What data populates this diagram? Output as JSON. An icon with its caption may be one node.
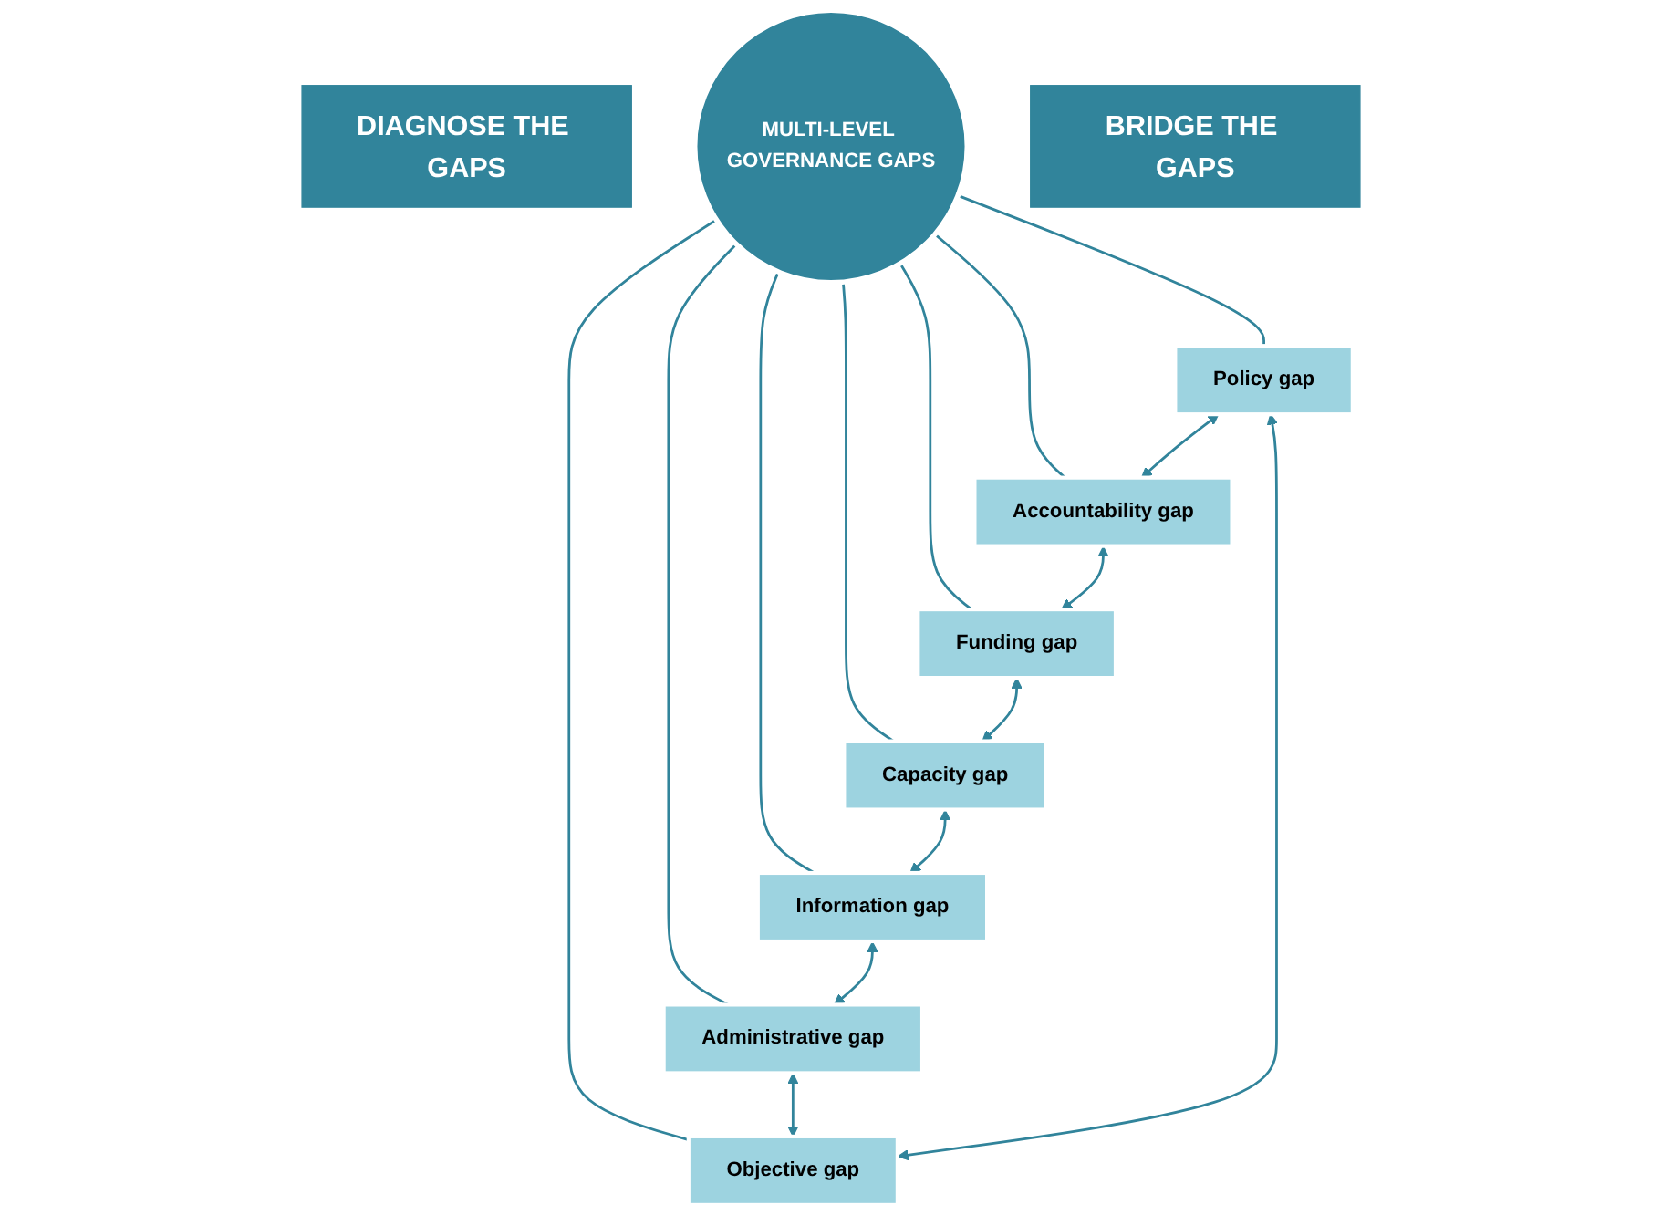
{
  "diagram": {
    "nodes": [
      {
        "text": [
          "DIAGNOSE THE GAPS"
        ]
      },
      {
        "text": [
          "Policy gap"
        ]
      },
      {
        "text": [
          "Objective gap"
        ]
      },
      {
        "text": [
          "Accountability gap"
        ]
      },
      {
        "text": [
          "MULTI-LEVEL GOVERNANCE GAPS"
        ]
      },
      {
        "text": [
          "Administrative gap"
        ]
      },
      {
        "text": [
          "Funding gap"
        ]
      },
      {
        "text": [
          "Information gap"
        ]
      },
      {
        "text": [
          "Capacity gap"
        ]
      },
      {
        "text": [
          "BRIDGE THE GAPS"
        ]
      }
    ],
    "edges": [
      {
        "from": 4,
        "to": 1,
        "arrow": "none"
      },
      {
        "from": 4,
        "to": 3,
        "arrow": "none"
      },
      {
        "from": 4,
        "to": 6,
        "arrow": "none"
      },
      {
        "from": 4,
        "to": 8,
        "arrow": "none"
      },
      {
        "from": 4,
        "to": 7,
        "arrow": "none"
      },
      {
        "from": 4,
        "to": 5,
        "arrow": "none"
      },
      {
        "from": 4,
        "to": 2,
        "arrow": "none"
      },
      {
        "from": 1,
        "to": 3,
        "arrow": "both"
      },
      {
        "from": 3,
        "to": 6,
        "arrow": "both"
      },
      {
        "from": 6,
        "to": 8,
        "arrow": "both"
      },
      {
        "from": 8,
        "to": 7,
        "arrow": "both"
      },
      {
        "from": 7,
        "to": 5,
        "arrow": "both"
      },
      {
        "from": 5,
        "to": 2,
        "arrow": "both"
      },
      {
        "from": 2,
        "to": 1,
        "arrow": "both"
      }
    ]
  }
}
